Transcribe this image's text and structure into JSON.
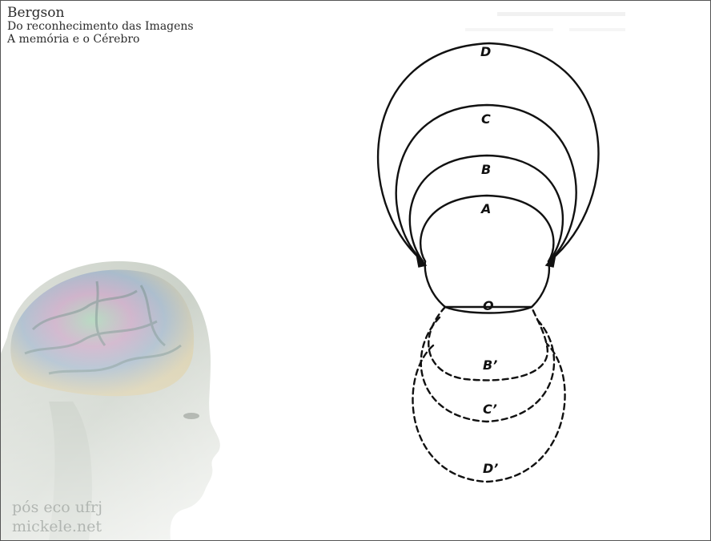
{
  "header": {
    "title": "Bergson",
    "subtitle_1": "Do reconhecimento das Imagens",
    "subtitle_2": "A memória e o Cérebro"
  },
  "watermark": {
    "line_1": "pós eco ufrj",
    "line_2": "mickele.net"
  },
  "diagram": {
    "labels": {
      "D": "D",
      "C": "C",
      "B": "B",
      "A": "A",
      "O": "O",
      "B_prime": "B’",
      "C_prime": "C’",
      "D_prime": "D’"
    },
    "stroke_color": "#111111"
  },
  "illustration": {
    "subject": "head-with-brain"
  }
}
